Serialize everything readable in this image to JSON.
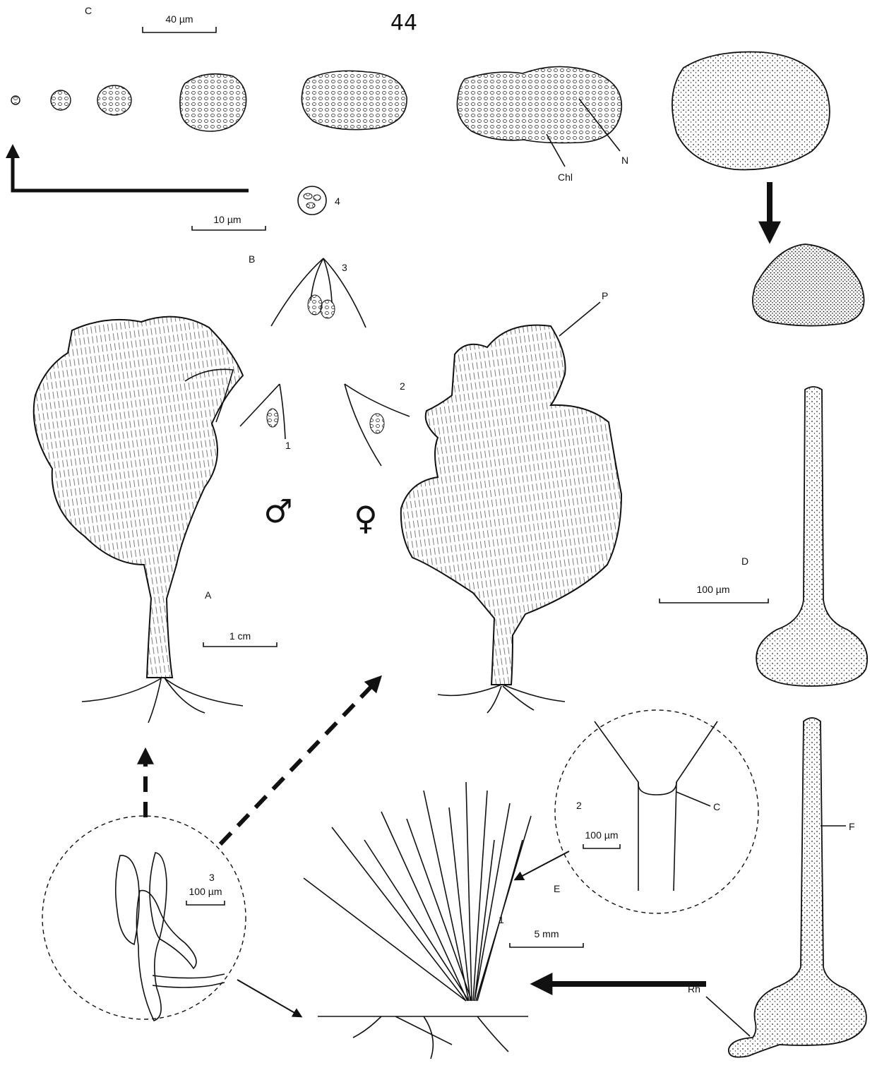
{
  "figure": {
    "page_number": "44",
    "labels": {
      "C": "C",
      "B": "B",
      "A": "A",
      "D": "D",
      "E": "E",
      "P": "P",
      "N": "N",
      "Chl": "Chl",
      "C_small": "C",
      "F": "F",
      "Rh": "Rh",
      "n1": "1",
      "n2": "2",
      "n3": "3",
      "n4": "4",
      "e1": "1",
      "e2": "2",
      "e3": "3"
    },
    "scale_bars": {
      "s40um": "40 µm",
      "s10um": "10 µm",
      "s1cm": "1 cm",
      "s100um_D": "100 µm",
      "s100um_E2": "100 µm",
      "s100um_E3": "100 µm",
      "s5mm": "5 mm"
    },
    "symbols": {
      "male": "♂",
      "female": "♀"
    }
  }
}
